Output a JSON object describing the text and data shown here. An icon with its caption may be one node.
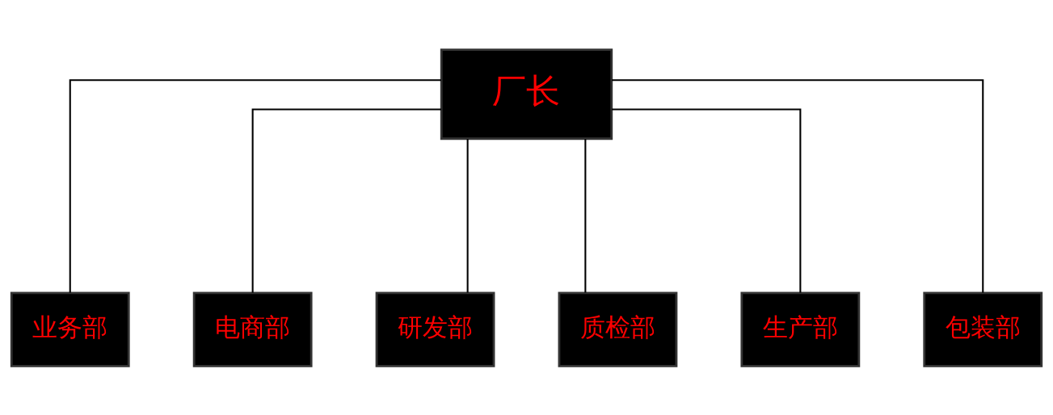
{
  "diagram": {
    "nodes": [
      {
        "text": [
          "厂长"
        ]
      },
      {
        "text": [
          "业务部"
        ]
      },
      {
        "text": [
          "电商部"
        ]
      },
      {
        "text": [
          "研发部"
        ]
      },
      {
        "text": [
          "质检部"
        ]
      },
      {
        "text": [
          "生产部"
        ]
      },
      {
        "text": [
          "包装部"
        ]
      }
    ],
    "edges": [
      {
        "from": 0,
        "to": 1,
        "arrow": "none"
      },
      {
        "from": 0,
        "to": 2,
        "arrow": "none"
      },
      {
        "from": 0,
        "to": 3,
        "arrow": "none"
      },
      {
        "from": 0,
        "to": 4,
        "arrow": "none"
      },
      {
        "from": 0,
        "to": 5,
        "arrow": "none"
      },
      {
        "from": 0,
        "to": 6,
        "arrow": "none"
      }
    ]
  }
}
